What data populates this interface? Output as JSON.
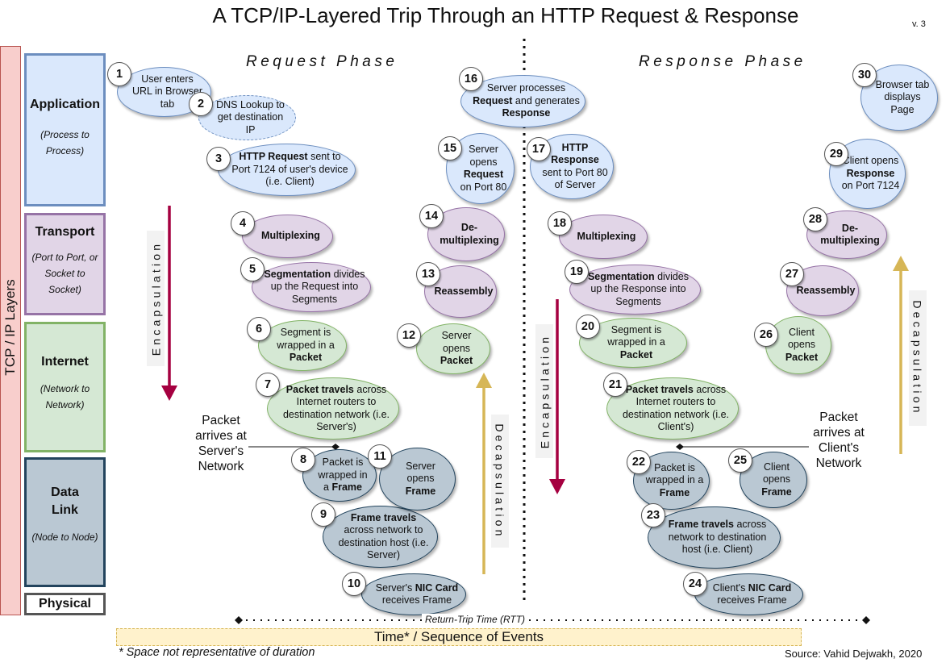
{
  "title": "A TCP/IP-Layered Trip Through an HTTP Request & Response",
  "version": "v. 3",
  "phases": {
    "request": "Request Phase",
    "response": "Response Phase"
  },
  "stack_label": "TCP / IP Layers",
  "layers": [
    {
      "name": "Application",
      "desc": "(Process to Process)"
    },
    {
      "name": "Transport",
      "desc": "(Port to Port, or Socket to Socket)"
    },
    {
      "name": "Internet",
      "desc": "(Network to Network)"
    },
    {
      "name": "Data Link",
      "desc": "(Node to Node)"
    },
    {
      "name": "Physical",
      "desc": ""
    }
  ],
  "steps": [
    {
      "n": "1",
      "layer": "app",
      "parts": [
        [
          "User enters URL in Browser tab",
          false
        ]
      ]
    },
    {
      "n": "2",
      "layer": "app",
      "dashed": true,
      "parts": [
        [
          "DNS Lookup to get destination IP",
          false
        ]
      ]
    },
    {
      "n": "3",
      "layer": "app",
      "parts": [
        [
          "HTTP Request",
          true
        ],
        [
          " sent to Port 7124 of user's device (i.e. Client)",
          false
        ]
      ]
    },
    {
      "n": "4",
      "layer": "trn",
      "parts": [
        [
          "Multiplexing",
          true
        ]
      ]
    },
    {
      "n": "5",
      "layer": "trn",
      "parts": [
        [
          "Segmentation",
          true
        ],
        [
          " divides up the Request into Segments",
          false
        ]
      ]
    },
    {
      "n": "6",
      "layer": "inet",
      "parts": [
        [
          "Segment is wrapped in a ",
          false
        ],
        [
          "Packet",
          true
        ]
      ]
    },
    {
      "n": "7",
      "layer": "inet",
      "parts": [
        [
          "Packet travels",
          true
        ],
        [
          " across Internet routers to destination network (i.e. Server's)",
          false
        ]
      ]
    },
    {
      "n": "8",
      "layer": "dl",
      "parts": [
        [
          "Packet is wrapped in a ",
          false
        ],
        [
          "Frame",
          true
        ]
      ]
    },
    {
      "n": "9",
      "layer": "dl",
      "parts": [
        [
          "Frame travels",
          true
        ],
        [
          " across network to destination host (i.e. Server)",
          false
        ]
      ]
    },
    {
      "n": "10",
      "layer": "dl",
      "parts": [
        [
          "Server's ",
          false
        ],
        [
          "NIC Card",
          true
        ],
        [
          " receives Frame",
          false
        ]
      ]
    },
    {
      "n": "11",
      "layer": "dl",
      "parts": [
        [
          "Server opens ",
          false
        ],
        [
          "Frame",
          true
        ]
      ]
    },
    {
      "n": "12",
      "layer": "inet",
      "parts": [
        [
          "Server opens ",
          false
        ],
        [
          "Packet",
          true
        ]
      ]
    },
    {
      "n": "13",
      "layer": "trn",
      "parts": [
        [
          "Reassembly",
          true
        ]
      ]
    },
    {
      "n": "14",
      "layer": "trn",
      "parts": [
        [
          "De-multiplexing",
          true
        ]
      ]
    },
    {
      "n": "15",
      "layer": "app",
      "parts": [
        [
          "Server opens ",
          false
        ],
        [
          "Request",
          true
        ],
        [
          " on Port 80",
          false
        ]
      ]
    },
    {
      "n": "16",
      "layer": "app",
      "parts": [
        [
          "Server processes ",
          false
        ],
        [
          "Request",
          true
        ],
        [
          " and generates ",
          false
        ],
        [
          "Response",
          true
        ]
      ]
    },
    {
      "n": "17",
      "layer": "app",
      "parts": [
        [
          "HTTP Response",
          true
        ],
        [
          " sent to Port 80 of Server",
          false
        ]
      ]
    },
    {
      "n": "18",
      "layer": "trn",
      "parts": [
        [
          "Multiplexing",
          true
        ]
      ]
    },
    {
      "n": "19",
      "layer": "trn",
      "parts": [
        [
          "Segmentation",
          true
        ],
        [
          " divides up the Response into Segments",
          false
        ]
      ]
    },
    {
      "n": "20",
      "layer": "inet",
      "parts": [
        [
          "Segment is wrapped in a ",
          false
        ],
        [
          "Packet",
          true
        ]
      ]
    },
    {
      "n": "21",
      "layer": "inet",
      "parts": [
        [
          "Packet travels",
          true
        ],
        [
          " across Internet routers to destination network (i.e. Client's)",
          false
        ]
      ]
    },
    {
      "n": "22",
      "layer": "dl",
      "parts": [
        [
          "Packet is wrapped in a ",
          false
        ],
        [
          "Frame",
          true
        ]
      ]
    },
    {
      "n": "23",
      "layer": "dl",
      "parts": [
        [
          "Frame travels",
          true
        ],
        [
          " across network to destination host (i.e. Client)",
          false
        ]
      ]
    },
    {
      "n": "24",
      "layer": "dl",
      "parts": [
        [
          "Client's ",
          false
        ],
        [
          "NIC Card",
          true
        ],
        [
          " receives Frame",
          false
        ]
      ]
    },
    {
      "n": "25",
      "layer": "dl",
      "parts": [
        [
          "Client opens ",
          false
        ],
        [
          "Frame",
          true
        ]
      ]
    },
    {
      "n": "26",
      "layer": "inet",
      "parts": [
        [
          "Client opens ",
          false
        ],
        [
          "Packet",
          true
        ]
      ]
    },
    {
      "n": "27",
      "layer": "trn",
      "parts": [
        [
          "Reassembly",
          true
        ]
      ]
    },
    {
      "n": "28",
      "layer": "trn",
      "parts": [
        [
          "De-multiplexing",
          true
        ]
      ]
    },
    {
      "n": "29",
      "layer": "app",
      "parts": [
        [
          "Client opens ",
          false
        ],
        [
          "Response",
          true
        ],
        [
          " on Port 7124",
          false
        ]
      ]
    },
    {
      "n": "30",
      "layer": "app",
      "parts": [
        [
          "Browser tab displays Page",
          false
        ]
      ]
    }
  ],
  "arrows": {
    "encapsulation": "Encapsulation",
    "decapsulation": "Decapsulation"
  },
  "arrival_notes": {
    "server": "Packet arrives at Server's Network",
    "client": "Packet arrives at Client's Network"
  },
  "rtt_label": "Return-Trip Time (RTT)",
  "timeline_label": "Time* / Sequence of Events",
  "footnote": "* Space not representative of duration",
  "source": "Source: Vahid Dejwakh, 2020",
  "colors": {
    "application_fill": "#dae8fc",
    "application_border": "#6c8ebf",
    "transport_fill": "#e1d5e7",
    "transport_border": "#9673a6",
    "internet_fill": "#d5e8d4",
    "internet_border": "#82b366",
    "datalink_fill": "#bac8d3",
    "datalink_border": "#23445d",
    "stack_fill": "#f8cecc",
    "encapsulation_arrow": "#a50040",
    "decapsulation_arrow": "#d6b656",
    "timeline_fill": "#fff2cc"
  }
}
